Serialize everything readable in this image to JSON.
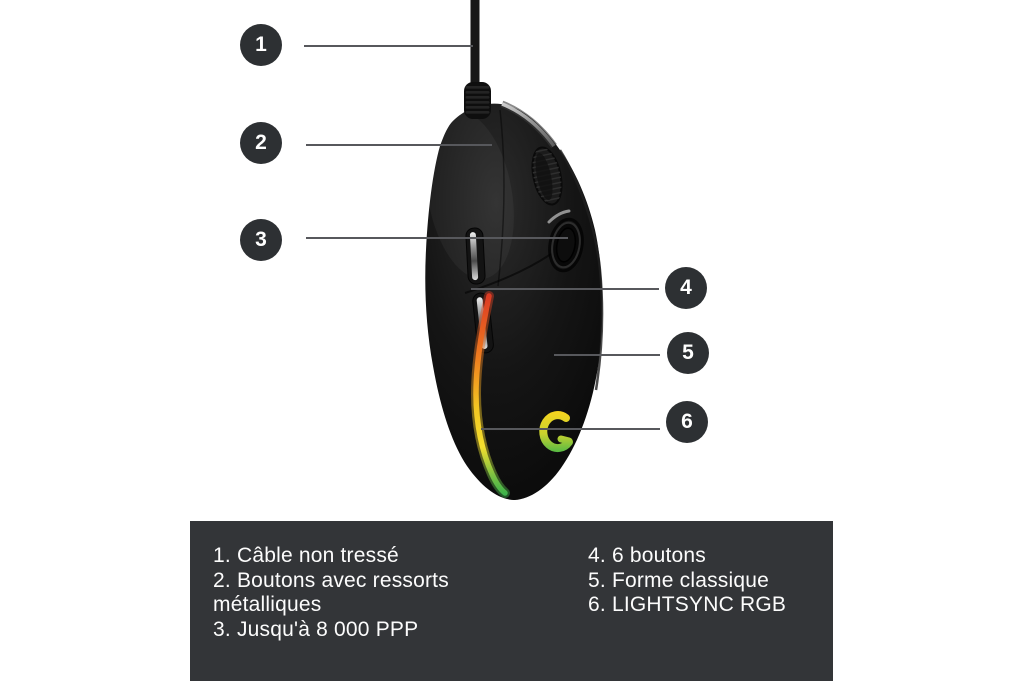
{
  "figure": {
    "type": "annotated-product-diagram",
    "subject": "wired gaming mouse",
    "background": "#ffffff"
  },
  "callouts": [
    {
      "number": "1",
      "label": "Câble non tressé"
    },
    {
      "number": "2",
      "label": "Boutons avec ressorts métalliques"
    },
    {
      "number": "3",
      "label": "Jusqu'à 8 000 PPP"
    },
    {
      "number": "4",
      "label": "6 boutons"
    },
    {
      "number": "5",
      "label": "Forme classique"
    },
    {
      "number": "6",
      "label": "LIGHTSYNC RGB"
    }
  ],
  "legend": {
    "left_items": [
      "1. Câble non tressé",
      "2. Boutons avec ressorts métalliques",
      "3. Jusqu'à 8 000 PPP"
    ],
    "right_items": [
      "4. 6 boutons",
      "5. Forme classique",
      "6. LIGHTSYNC RGB"
    ]
  },
  "icons": {
    "logo": "logitech-g-logo"
  },
  "colors": {
    "badge_bg": "#2d3033",
    "badge_text": "#ffffff",
    "callout_line": "#57585c",
    "legend_bg": "#333538",
    "legend_text": "#fcfcfc",
    "mouse_body": "#0d0d0d",
    "rgb_strip": [
      "#dd3b24",
      "#ef7c1f",
      "#f2c522",
      "#f4de2e",
      "#3bb24a"
    ],
    "logo_gradient": [
      "#f6d41f",
      "#3eb449"
    ]
  }
}
